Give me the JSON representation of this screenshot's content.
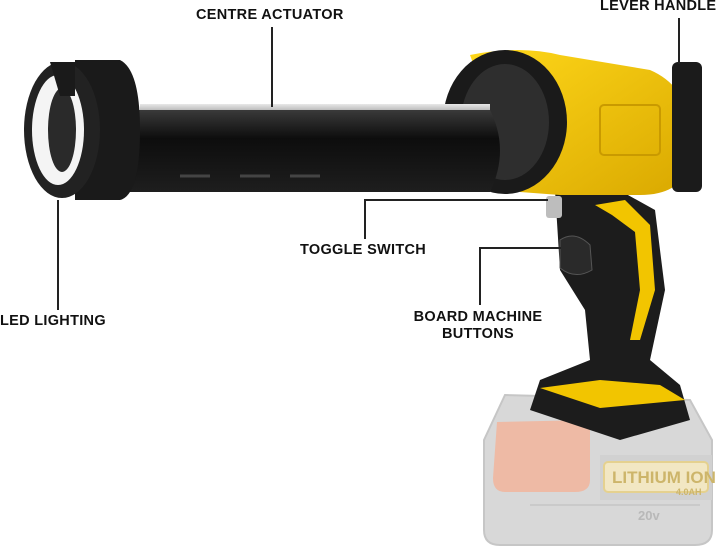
{
  "callouts": {
    "centre_actuator": "CENTRE ACTUATOR",
    "lever_handle": "LEVER HANDLE",
    "toggle_switch": "TOGGLE SWITCH",
    "led_lighting": "LED LIGHTING",
    "board_machine_buttons_line1": "BOARD MACHINE",
    "board_machine_buttons_line2": "BUTTONS"
  },
  "battery": {
    "brand_text": "LITHIUM ION",
    "capacity_text": "4.0AH",
    "voltage_text": "20v"
  },
  "colors": {
    "body_black": "#1c1c1c",
    "accent_yellow": "#f2c500",
    "battery_faded": "#d9d9d9",
    "battery_orange_faded": "#f0b8a4"
  }
}
